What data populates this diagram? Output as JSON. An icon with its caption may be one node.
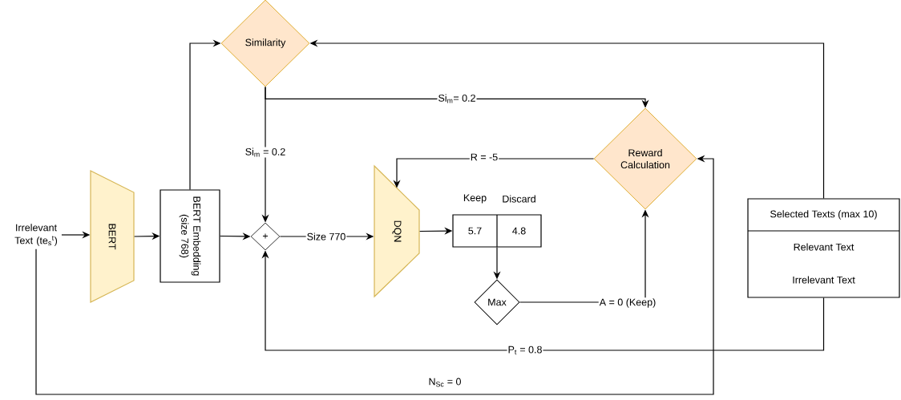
{
  "diagram": {
    "nodes": [
      {
        "text": [
          "Irrelevant Text (te$_{s}$$^{t}$)"
        ]
      },
      {
        "text": [
          "BERT"
        ]
      },
      {
        "text": [
          "BERT Embedding (size 768)"
        ]
      },
      {
        "text": [
          "+"
        ]
      },
      {
        "text": [
          "DQN"
        ]
      },
      {
        "text": [
          "Similarity"
        ]
      },
      {
        "text": [
          "Reward Calculation"
        ]
      },
      {
        "text": [
          "Keep",
          "Discard",
          "5.7",
          "4.8"
        ]
      },
      {
        "text": [
          "Max"
        ]
      },
      {
        "text": [
          "Selected Texts (max 10)",
          "Relevant Text",
          "Irrelevant Text"
        ]
      }
    ],
    "edges": [
      {
        "from": 0,
        "to": 1,
        "arrow": "to"
      },
      {
        "from": 1,
        "to": 2,
        "arrow": "to"
      },
      {
        "from": 2,
        "to": 3,
        "arrow": "to"
      },
      {
        "from": 3,
        "to": 4,
        "arrow": "to",
        "label": "Size 770"
      },
      {
        "from": 4,
        "to": 7,
        "arrow": "to"
      },
      {
        "from": 7,
        "to": 8,
        "arrow": "to"
      },
      {
        "from": 8,
        "to": 6,
        "arrow": "to",
        "label": "A = 0 (Keep)"
      },
      {
        "from": 6,
        "to": 4,
        "arrow": "to",
        "label": "R = -5"
      },
      {
        "from": 2,
        "to": 5,
        "arrow": "to"
      },
      {
        "from": 9,
        "to": 5,
        "arrow": "to"
      },
      {
        "from": 5,
        "to": 6,
        "arrow": "to",
        "label": "Si$_{m}$= 0.2"
      },
      {
        "from": 5,
        "to": 3,
        "arrow": "to",
        "label": "Si$_{m}$ = 0.2"
      },
      {
        "from": 9,
        "to": 3,
        "arrow": "to",
        "label": "P$_{t}$  = 0.8"
      },
      {
        "from": 0,
        "to": 6,
        "arrow": "to",
        "label": "N$_{Sc}$ = 0"
      }
    ]
  }
}
